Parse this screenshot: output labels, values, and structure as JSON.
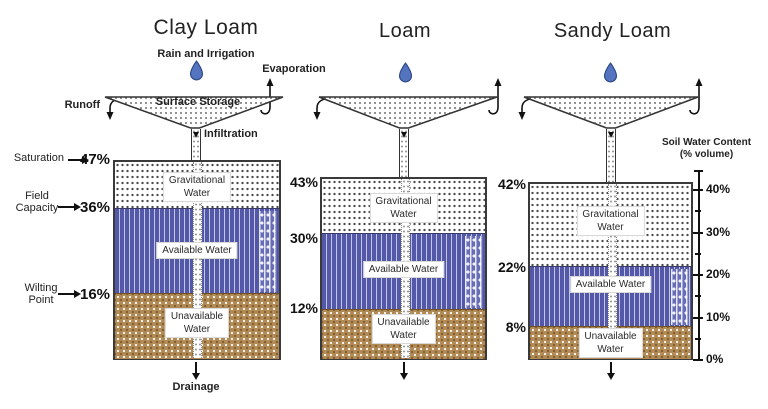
{
  "diagram": {
    "columns": [
      {
        "title": "Clay Loam",
        "saturation": "47%",
        "field_capacity": "36%",
        "wilting_point": "16%"
      },
      {
        "title": "Loam",
        "saturation": "43%",
        "field_capacity": "30%",
        "wilting_point": "12%"
      },
      {
        "title": "Sandy Loam",
        "saturation": "42%",
        "field_capacity": "22%",
        "wilting_point": "8%"
      }
    ],
    "flow_labels": {
      "rain": "Rain and Irrigation",
      "evaporation": "Evaporation",
      "runoff": "Runoff",
      "surface_storage": "Surface Storage",
      "infiltration": "Infiltration",
      "drainage": "Drainage"
    },
    "band_labels": {
      "gravitational_line1": "Gravitational",
      "gravitational_line2": "Water",
      "available": "Available Water",
      "unavailable_line1": "Unavailable",
      "unavailable_line2": "Water"
    },
    "left_labels": {
      "saturation": "Saturation",
      "field_line1": "Field",
      "field_line2": "Capacity",
      "wilting_line1": "Wilting",
      "wilting_line2": "Point"
    },
    "right_axis": {
      "title_line1": "Soil Water Content",
      "title_line2": "(% volume)",
      "ticks": [
        "40%",
        "30%",
        "20%",
        "10%",
        "0%"
      ]
    },
    "colors": {
      "available_water": "#5358a8",
      "unavailable_water": "#b18a55",
      "droplet": "#5574c0"
    }
  },
  "chart_data": {
    "type": "table",
    "ylabel": "Soil Water Content (% volume)",
    "ylim": [
      0,
      40
    ],
    "categories": [
      "Clay Loam",
      "Loam",
      "Sandy Loam"
    ],
    "series": [
      {
        "name": "Saturation",
        "values": [
          47,
          43,
          42
        ]
      },
      {
        "name": "Field Capacity",
        "values": [
          36,
          30,
          22
        ]
      },
      {
        "name": "Wilting Point",
        "values": [
          16,
          12,
          8
        ]
      }
    ],
    "zones": [
      "Gravitational Water",
      "Available Water",
      "Unavailable Water"
    ]
  }
}
